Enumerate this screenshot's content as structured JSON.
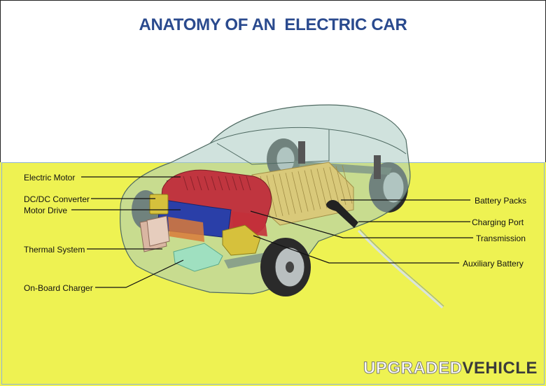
{
  "title": "ANATOMY OF AN  ELECTRIC CAR",
  "labels": {
    "electric_motor": "Electric Motor",
    "dcdc_converter": "DC/DC Converter",
    "motor_drive": "Motor Drive",
    "thermal_system": "Thermal System",
    "onboard_charger": "On-Board Charger",
    "battery_packs": "Battery Packs",
    "charging_port": "Charging Port",
    "transmission": "Transmission",
    "auxiliary_battery": "Auxiliary Battery"
  },
  "logo": {
    "part1": "UPGRADED",
    "part2": "VEHICLE"
  },
  "colors": {
    "title": "#2a4a8e",
    "background_band": "#eef252",
    "frame": "#8fb4d8",
    "car_glass": "#a9cbc1",
    "motor": "#c0353f",
    "battery": "#d9c97a",
    "motor_drive": "#2a3fa8",
    "auxiliary_battery": "#d6c13c",
    "charger": "#9fe0c0",
    "thermal": "#d9b6a2",
    "tire": "#2a2a2a"
  }
}
